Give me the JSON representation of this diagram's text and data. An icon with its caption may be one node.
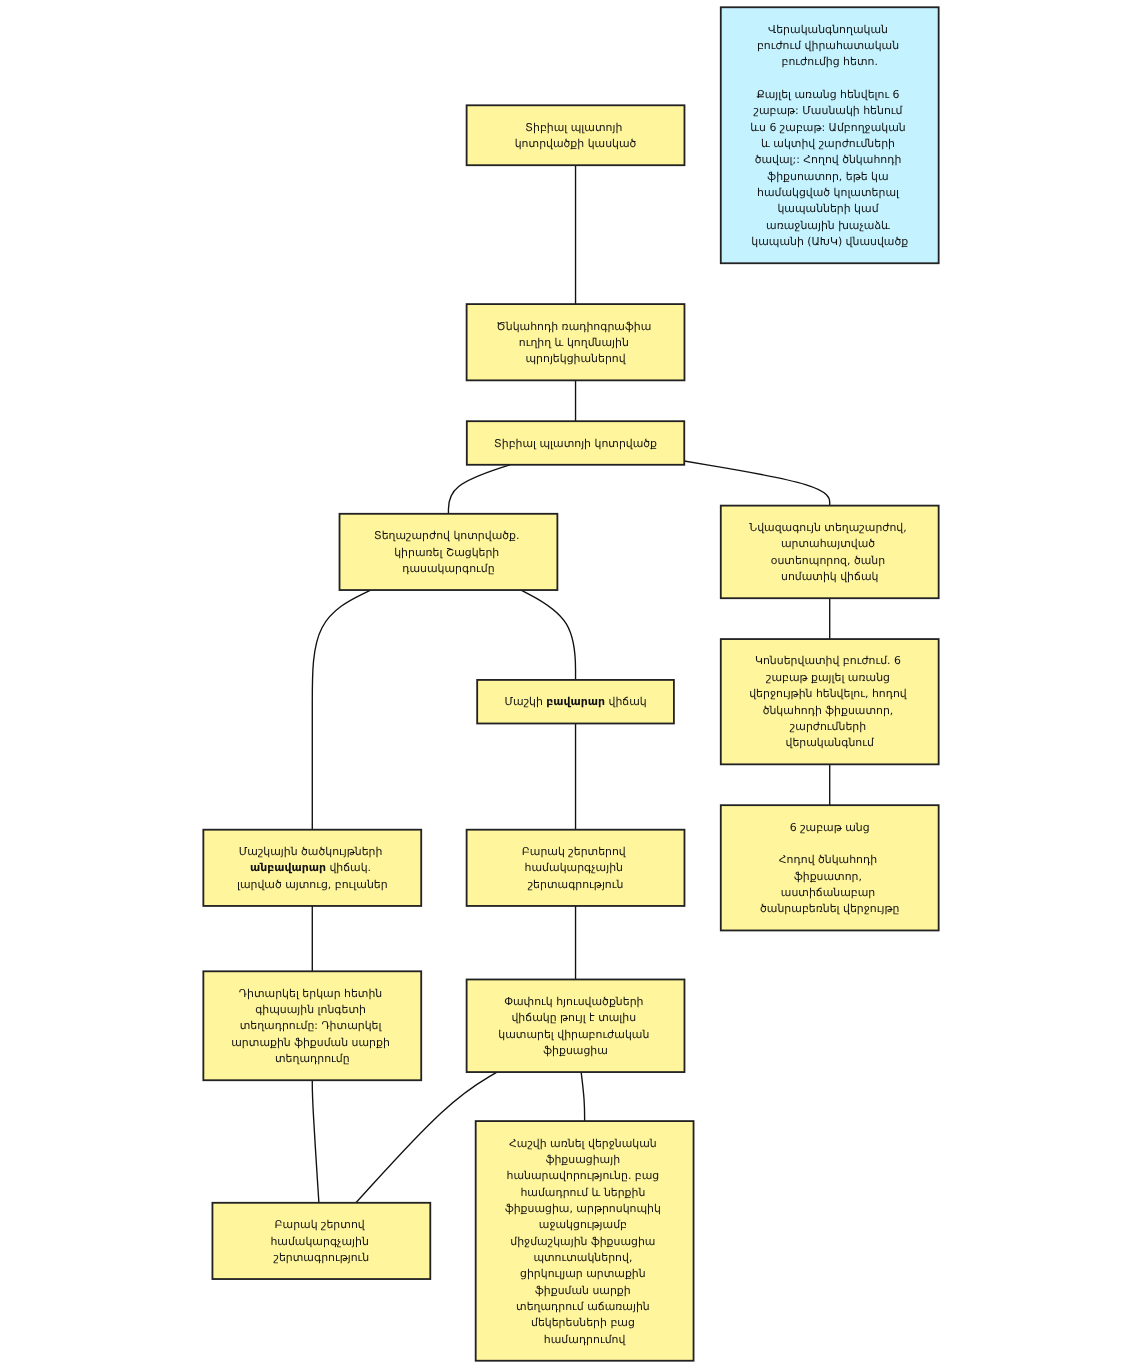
{
  "diagram": {
    "nodes": [
      {
        "text": [
          "Տիբիալ պլատոյի կոտրվածքի կասկած"
        ]
      },
      {
        "text": [
          "Ծնկահոդի ռադիոգրաֆիա ուղիղ և կողմնային պրոյեկցիաներով"
        ]
      },
      {
        "text": [
          "Տիբիալ պլատոյի կոտրվածք"
        ]
      },
      {
        "text": [
          "Տեղաշարժով կոտրվածք. կիրառել Շացկերի դասակարգումը"
        ]
      },
      {
        "text": [
          "Նվազագույն տեղաշարժով, արտահայտված օստեոպորոզ, ծանր սոմատիկ վիճակ"
        ]
      },
      {
        "text": [
          "Մաշկի **բավարար** վիճակ"
        ]
      },
      {
        "text": [
          "Մաշկային ծածկույթների **անբավարար** վիճակ. լարված այտուց, բուլաներ"
        ]
      },
      {
        "text": [
          "Կոնսերվատիվ բուժում. 6 շաբաթ քայլել առանց վերջույթին հենվելու, հոդով ծնկահոդի ֆիքսատոր, շարժումների վերականգնում"
        ]
      },
      {
        "text": [
          "Բարակ շերտերով համակարգչային շերտագրություն"
        ]
      },
      {
        "text": [
          "Դիտարկել երկար հետին գիպսային լոնգետի տեղադրումը: Դիտարկել արտաքին ֆիքսման սարքի տեղադրումը"
        ]
      },
      {
        "text": [
          "6 շաբաթ անց",
          "Հոդով ծնկահոդի ֆիքսատոր, աստիճանաբար ծանրաբեռնել վերջույթը"
        ]
      },
      {
        "text": [
          "Փափուկ հյուսվածքների վիճակը թույլ է տալիս կատարել վիրաբուժական ֆիքսացիա"
        ]
      },
      {
        "text": [
          "Բարակ շերտով համակարգչային շերտագրություն"
        ]
      },
      {
        "text": [
          "Հաշվի առնել վերջնական ֆիքսացիայի հանարավորությունը. բաց համադրում և ներքին ֆիքսացիա, արթրոսկոպիկ աջակցությամբ միջմաշկային ֆիքսացիա պտուտակներով, ցիրկուլյար արտաքին ֆիքսման սարքի տեղադրում աճառային մեկերեսների բաց համադրումով"
        ]
      },
      {
        "text": [
          "Վերականգնողական բուժում վիրահատական բուժումից հետո.",
          "Քայլել առանց հենվելու 6 շաբաթ: Մասնակի հենում ևս 6 շաբաթ: Ամբողջական և ակտիվ շարժումների ծավալ;: Հողով ծնկահոդի ֆիքսոատոր, եթե կա համակցված կոլատերալ կապանների կամ առաջնային խաչաձև կապանի (ԱԽԿ) վնասվածք"
        ]
      }
    ],
    "edges": [
      {
        "from": 0,
        "to": 1,
        "arrow": "none"
      },
      {
        "from": 1,
        "to": 2,
        "arrow": "none"
      },
      {
        "from": 2,
        "to": 3,
        "arrow": "none"
      },
      {
        "from": 2,
        "to": 4,
        "arrow": "none"
      },
      {
        "from": 3,
        "to": 5,
        "arrow": "none"
      },
      {
        "from": 3,
        "to": 6,
        "arrow": "none"
      },
      {
        "from": 4,
        "to": 7,
        "arrow": "none"
      },
      {
        "from": 5,
        "to": 8,
        "arrow": "none"
      },
      {
        "from": 6,
        "to": 9,
        "arrow": "none"
      },
      {
        "from": 7,
        "to": 10,
        "arrow": "none"
      },
      {
        "from": 8,
        "to": 11,
        "arrow": "none"
      },
      {
        "from": 9,
        "to": 12,
        "arrow": "none"
      },
      {
        "from": 11,
        "to": 12,
        "arrow": "none"
      },
      {
        "from": 11,
        "to": 13,
        "arrow": "none"
      }
    ]
  }
}
